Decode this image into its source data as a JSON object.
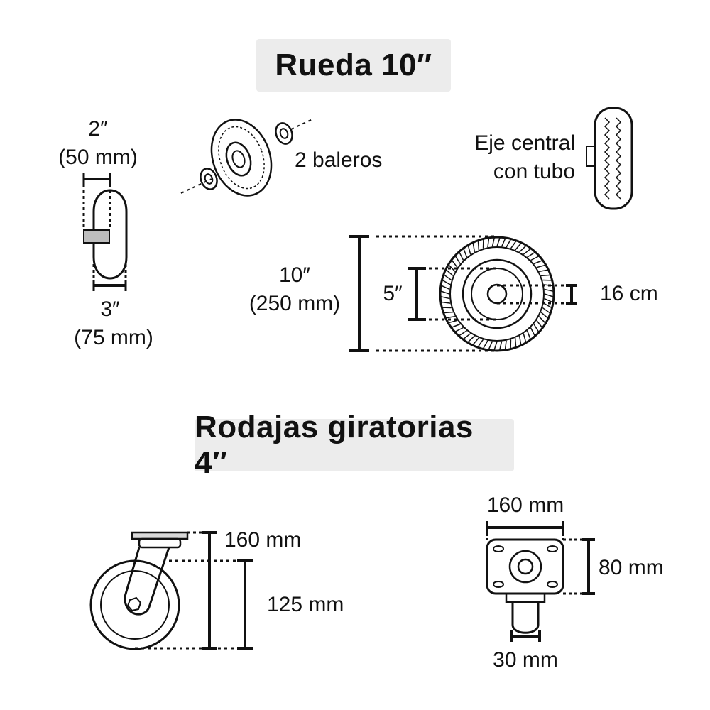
{
  "section1": {
    "title": "Rueda 10″",
    "width_in": "2″",
    "width_mm": "(50 mm)",
    "bottom_in": "3″",
    "bottom_mm": "(75 mm)",
    "bearings": "2 baleros",
    "axle_line1": "Eje central",
    "axle_line2": "con tubo",
    "diameter_in": "10″",
    "diameter_mm": "(250 mm)",
    "hub_in": "5″",
    "bore": "16 cm"
  },
  "section2": {
    "title": "Rodajas giratorias 4″",
    "side_height": "160 mm",
    "side_wheel": "125 mm",
    "plate_width": "160 mm",
    "plate_depth": "80 mm",
    "wheel_width": "30 mm"
  }
}
